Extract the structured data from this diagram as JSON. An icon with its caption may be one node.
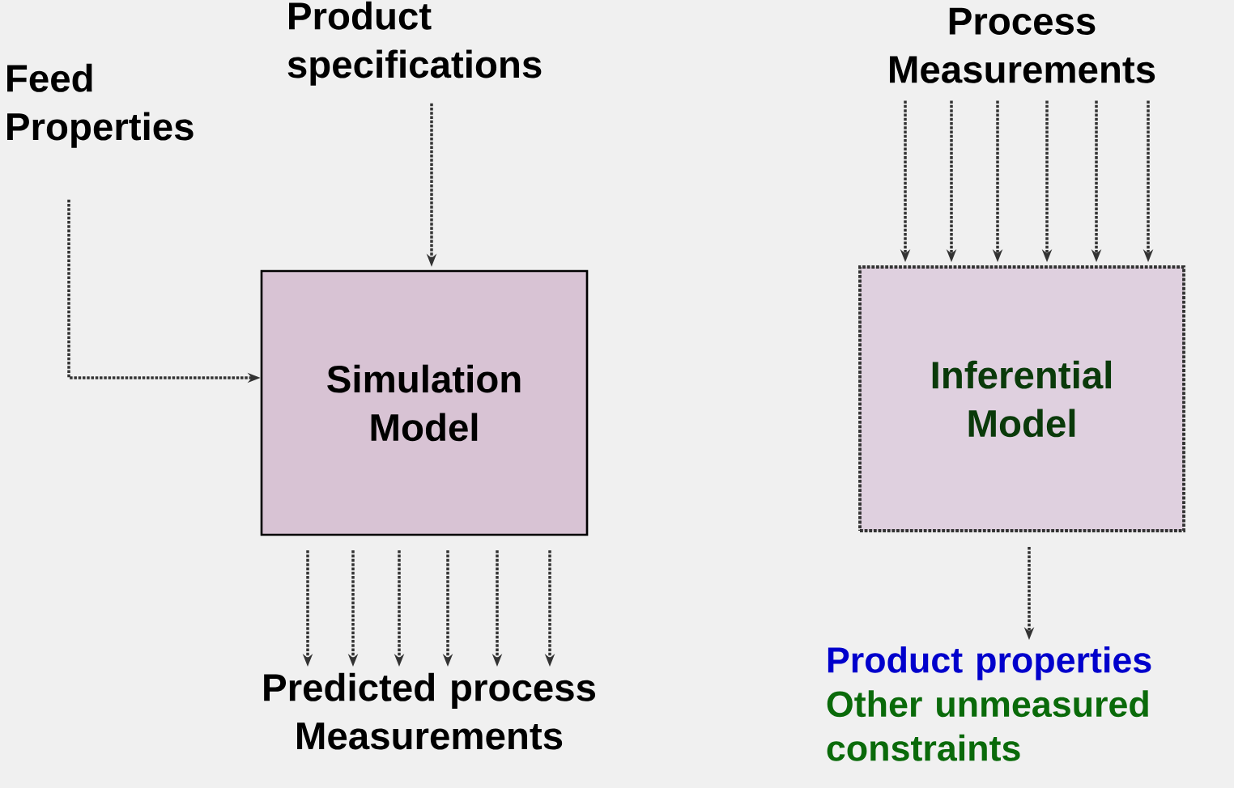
{
  "diagram": {
    "nodes": [
      {
        "text": [
          "Feed Properties"
        ]
      },
      {
        "text": [
          "Product specifications"
        ]
      },
      {
        "text": [
          "Simulation Model"
        ]
      },
      {
        "text": [
          "Predicted process Measurements"
        ]
      },
      {
        "text": [
          "Process Measurements"
        ]
      },
      {
        "text": [
          "Inferential Model"
        ]
      },
      {
        "text": [
          "Product properties",
          "Other unmeasured constraints"
        ]
      }
    ],
    "edges": [
      {
        "from": 0,
        "to": 2,
        "arrow": "to"
      },
      {
        "from": 1,
        "to": 2,
        "arrow": "to"
      },
      {
        "from": 2,
        "to": 3,
        "arrow": "to"
      },
      {
        "from": 2,
        "to": 3,
        "arrow": "to"
      },
      {
        "from": 2,
        "to": 3,
        "arrow": "to"
      },
      {
        "from": 2,
        "to": 3,
        "arrow": "to"
      },
      {
        "from": 2,
        "to": 3,
        "arrow": "to"
      },
      {
        "from": 2,
        "to": 3,
        "arrow": "to"
      },
      {
        "from": 4,
        "to": 5,
        "arrow": "to"
      },
      {
        "from": 4,
        "to": 5,
        "arrow": "to"
      },
      {
        "from": 4,
        "to": 5,
        "arrow": "to"
      },
      {
        "from": 4,
        "to": 5,
        "arrow": "to"
      },
      {
        "from": 4,
        "to": 5,
        "arrow": "to"
      },
      {
        "from": 4,
        "to": 5,
        "arrow": "to"
      },
      {
        "from": 5,
        "to": 6,
        "arrow": "to"
      }
    ]
  }
}
